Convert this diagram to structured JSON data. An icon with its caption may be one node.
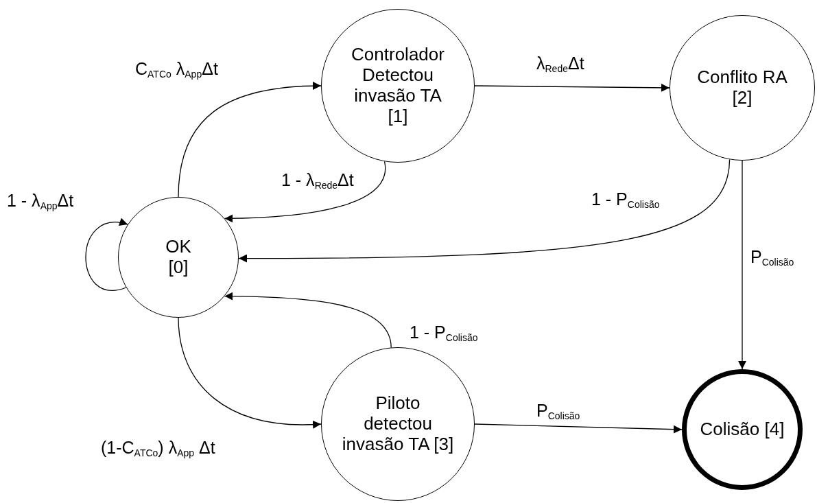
{
  "diagram": {
    "nodes": [
      {
        "text": [
          "OK [0]"
        ]
      },
      {
        "text": [
          "Controlador Detectou invasão TA [1]"
        ]
      },
      {
        "text": [
          "Conflito RA [2]"
        ]
      },
      {
        "text": [
          "Piloto detectou invasão TA [3]"
        ]
      },
      {
        "text": [
          "Colisão [4]"
        ]
      }
    ],
    "edges": [
      {
        "from": 0,
        "to": 0,
        "arrow": "to",
        "label": "1 - λ$_{App}$Δt"
      },
      {
        "from": 0,
        "to": 1,
        "arrow": "to",
        "label": "C$_{ATCo}$  λ$_{App}$Δt"
      },
      {
        "from": 1,
        "to": 0,
        "arrow": "to",
        "label": "1 - λ$_{Rede}$Δt"
      },
      {
        "from": 1,
        "to": 2,
        "arrow": "to",
        "label": "λ$_{Rede}$Δt"
      },
      {
        "from": 2,
        "to": 0,
        "arrow": "to",
        "label": "1 - P$_{Colisão}$"
      },
      {
        "from": 2,
        "to": 4,
        "arrow": "to",
        "label": "P$_{Colisão}$"
      },
      {
        "from": 0,
        "to": 3,
        "arrow": "to",
        "label": "(1-C$_{ATCo}$) λ$_{App}$ Δt"
      },
      {
        "from": 3,
        "to": 0,
        "arrow": "to",
        "label": "1 - P$_{Colisão}$"
      },
      {
        "from": 3,
        "to": 4,
        "arrow": "to",
        "label": "P$_{Colisão}$"
      }
    ]
  }
}
